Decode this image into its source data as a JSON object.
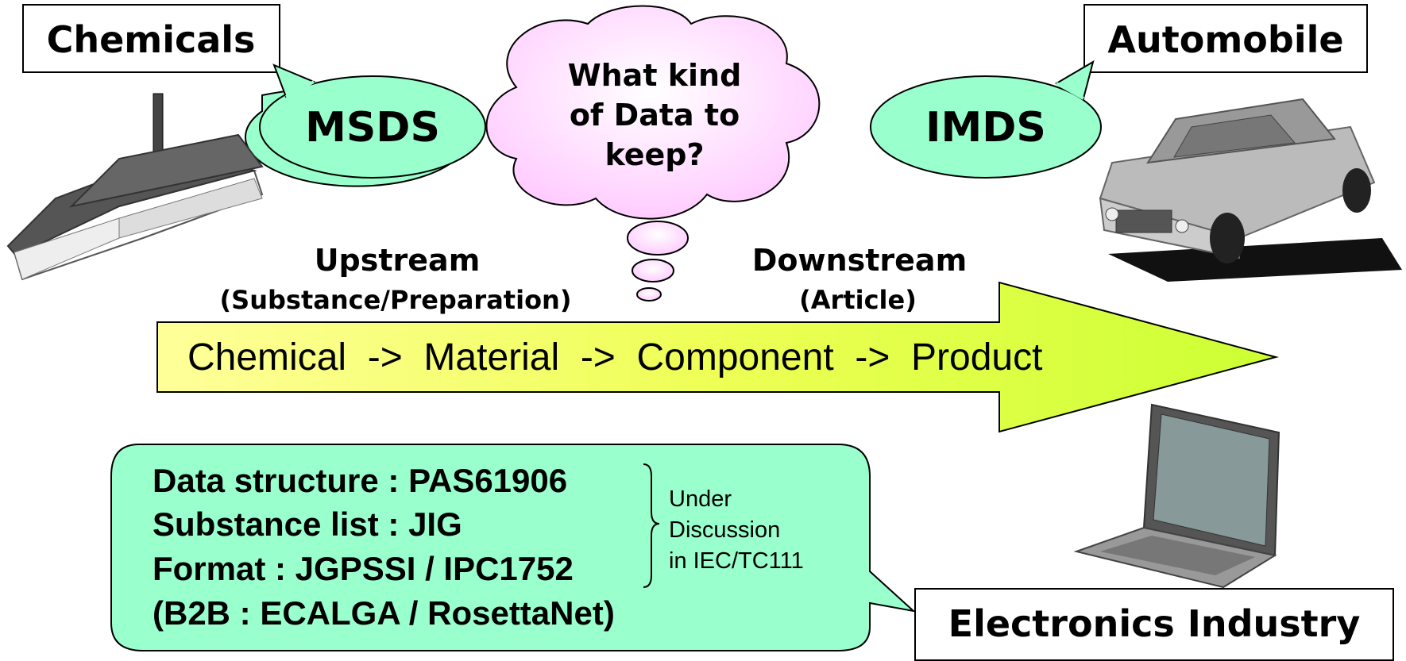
{
  "labels": {
    "chemicals": "Chemicals",
    "automobile": "Automobile",
    "electronics": "Electronics Industry"
  },
  "bubbles": {
    "msds": "MSDS",
    "imds": "IMDS"
  },
  "thought": {
    "line1": "What kind",
    "line2": "of Data to",
    "line3": "keep?"
  },
  "flow": {
    "upstream": "Upstream",
    "upstream_sub": "(Substance/Preparation)",
    "downstream": "Downstream",
    "downstream_sub": "(Article)",
    "chain": "Chemical  ->  Material  ->  Component  ->  Product"
  },
  "callout": {
    "lines": [
      "Data structure : PAS61906",
      "Substance list : JIG",
      "Format : JGPSSI / IPC1752",
      "(B2B : ECALGA / RosettaNet)"
    ],
    "note": [
      "Under",
      "Discussion",
      "in IEC/TC111"
    ]
  },
  "colors": {
    "bubble_fill": "#99ffcc",
    "thought_fill": "#ffccff",
    "arrow_start": "#ffff99",
    "arrow_end": "#ccff33",
    "callout_fill": "#99ffcc"
  },
  "icons": [
    "factory-icon",
    "car-icon",
    "laptop-icon"
  ]
}
